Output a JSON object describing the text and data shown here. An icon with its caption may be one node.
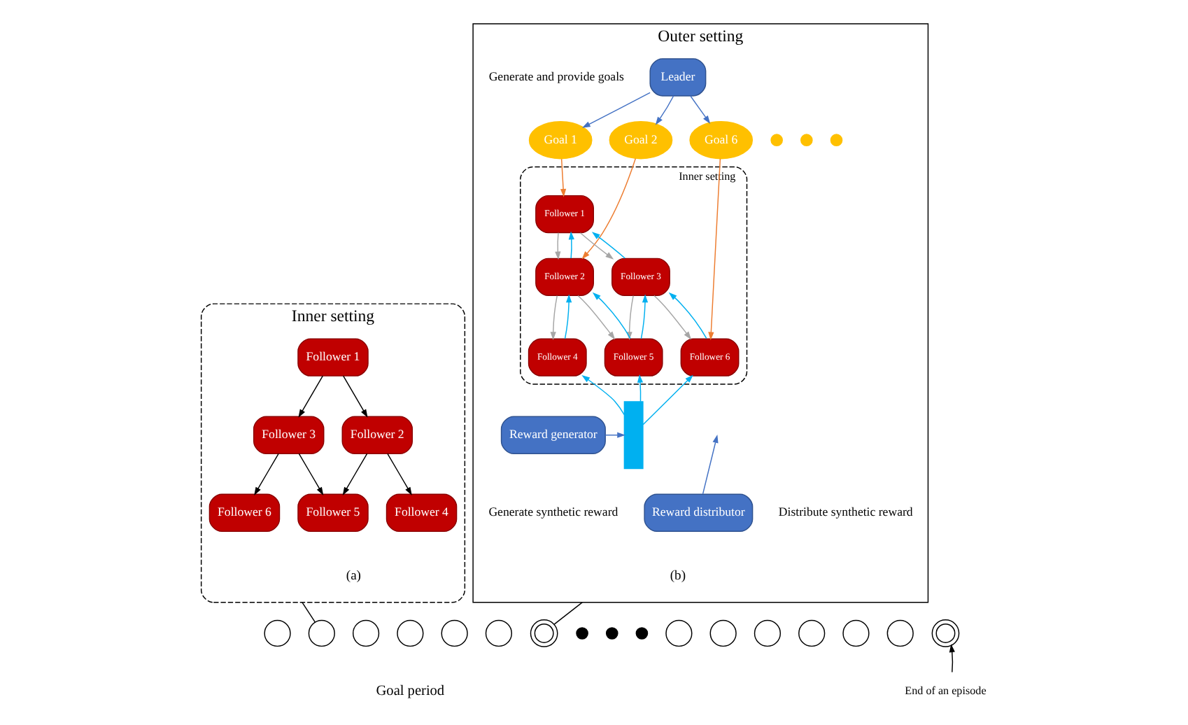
{
  "diagram": {
    "nodes": [
      {
        "text": [
          "Inner setting"
        ],
        "beside": [
          "(a)"
        ]
      },
      {
        "text": [
          "Follower 1"
        ],
        "in": 0
      },
      {
        "text": [
          "Follower 2"
        ],
        "in": 0
      },
      {
        "text": [
          "Follower 3"
        ],
        "in": 0
      },
      {
        "text": [
          "Follower 4"
        ],
        "in": 0
      },
      {
        "text": [
          "Follower 5"
        ],
        "in": 0
      },
      {
        "text": [
          "Follower 6"
        ],
        "in": 0
      },
      {
        "text": [
          "Outer setting"
        ],
        "beside": [
          "(b)"
        ]
      },
      {
        "text": [
          "Leader"
        ],
        "in": 7
      },
      {
        "text": [
          "Goal 1"
        ],
        "in": 7
      },
      {
        "text": [
          "Goal 2"
        ],
        "in": 7
      },
      {
        "text": [],
        "shape": "dot",
        "in": 7
      },
      {
        "text": [],
        "shape": "dot",
        "in": 7
      },
      {
        "text": [],
        "shape": "dot",
        "in": 7
      },
      {
        "text": [
          "Goal 6"
        ],
        "in": 7
      },
      {
        "text": [
          "Inner setting"
        ],
        "in": 7
      },
      {
        "text": [
          "Follower 1"
        ],
        "in": 15
      },
      {
        "text": [
          "Follower 2"
        ],
        "in": 15
      },
      {
        "text": [
          "Follower 3"
        ],
        "in": 15
      },
      {
        "text": [
          "Follower 4"
        ],
        "in": 15
      },
      {
        "text": [
          "Follower 5"
        ],
        "in": 15
      },
      {
        "text": [
          "Follower 6"
        ],
        "in": 15
      },
      {
        "text": [
          "Reward generator"
        ],
        "in": 7
      },
      {
        "text": [],
        "shape": "bar",
        "in": 7
      },
      {
        "text": [
          "Reward distributor"
        ],
        "in": 7
      },
      {
        "text": [],
        "shape": "circle"
      },
      {
        "text": [],
        "shape": "circle"
      },
      {
        "text": [],
        "shape": "circle"
      },
      {
        "text": [],
        "shape": "circle"
      },
      {
        "text": [],
        "shape": "circle"
      },
      {
        "text": [],
        "shape": "circle"
      },
      {
        "text": [],
        "shape": "ring"
      },
      {
        "text": [],
        "shape": "dot"
      },
      {
        "text": [],
        "shape": "dot"
      },
      {
        "text": [],
        "shape": "dot"
      },
      {
        "text": [],
        "shape": "circle"
      },
      {
        "text": [],
        "shape": "circle"
      },
      {
        "text": [],
        "shape": "circle"
      },
      {
        "text": [],
        "shape": "circle"
      },
      {
        "text": [],
        "shape": "circle"
      },
      {
        "text": [],
        "shape": "circle"
      },
      {
        "text": [],
        "shape": "ring"
      },
      {
        "text": [
          "End of an episode"
        ]
      }
    ],
    "edges": [
      {
        "from": 1,
        "to": 2,
        "arrow": "to"
      },
      {
        "from": 1,
        "to": 3,
        "arrow": "to"
      },
      {
        "from": 2,
        "to": 4,
        "arrow": "to"
      },
      {
        "from": 2,
        "to": 5,
        "arrow": "to"
      },
      {
        "from": 3,
        "to": 5,
        "arrow": "to"
      },
      {
        "from": 3,
        "to": 6,
        "arrow": "to"
      },
      {
        "from": 8,
        "to": 9,
        "arrow": "to",
        "color": "#4472c4"
      },
      {
        "from": 8,
        "to": 10,
        "arrow": "to",
        "color": "#4472c4"
      },
      {
        "from": 8,
        "to": 14,
        "arrow": "to",
        "color": "#4472c4"
      },
      {
        "from": 9,
        "to": 16,
        "arrow": "to",
        "color": "#ed7d31"
      },
      {
        "from": 10,
        "to": 17,
        "arrow": "to",
        "color": "#ed7d31"
      },
      {
        "from": 14,
        "to": 21,
        "arrow": "to",
        "color": "#ed7d31"
      },
      {
        "from": 16,
        "to": 17,
        "arrow": "to",
        "color": "#a6a6a6"
      },
      {
        "from": 16,
        "to": 18,
        "arrow": "to",
        "color": "#a6a6a6"
      },
      {
        "from": 17,
        "to": 19,
        "arrow": "to",
        "color": "#a6a6a6"
      },
      {
        "from": 17,
        "to": 20,
        "arrow": "to",
        "color": "#a6a6a6"
      },
      {
        "from": 18,
        "to": 20,
        "arrow": "to",
        "color": "#a6a6a6"
      },
      {
        "from": 18,
        "to": 21,
        "arrow": "to",
        "color": "#a6a6a6"
      },
      {
        "from": 17,
        "to": 16,
        "arrow": "to",
        "color": "#00b0f0"
      },
      {
        "from": 18,
        "to": 16,
        "arrow": "to",
        "color": "#00b0f0"
      },
      {
        "from": 19,
        "to": 17,
        "arrow": "to",
        "color": "#00b0f0"
      },
      {
        "from": 20,
        "to": 17,
        "arrow": "to",
        "color": "#00b0f0"
      },
      {
        "from": 20,
        "to": 18,
        "arrow": "to",
        "color": "#00b0f0"
      },
      {
        "from": 21,
        "to": 18,
        "arrow": "to",
        "color": "#00b0f0"
      },
      {
        "from": 22,
        "to": 23,
        "arrow": "to",
        "color": "#4472c4"
      },
      {
        "from": 23,
        "to": 19,
        "arrow": "to",
        "color": "#00b0f0"
      },
      {
        "from": 23,
        "to": 20,
        "arrow": "to",
        "color": "#00b0f0"
      },
      {
        "from": 23,
        "to": 21,
        "arrow": "to",
        "color": "#00b0f0"
      },
      {
        "from": 24,
        "to": null,
        "arrow": "to",
        "color": "#4472c4"
      },
      {
        "from": 0,
        "to": 26,
        "arrow": "none"
      },
      {
        "from": 7,
        "to": 31,
        "arrow": "none"
      },
      {
        "from": 42,
        "to": 41,
        "arrow": "to"
      }
    ],
    "labels": [
      "Generate and provide goals",
      "Generate synthetic reward",
      "Distribute synthetic reward",
      "Goal period"
    ]
  }
}
